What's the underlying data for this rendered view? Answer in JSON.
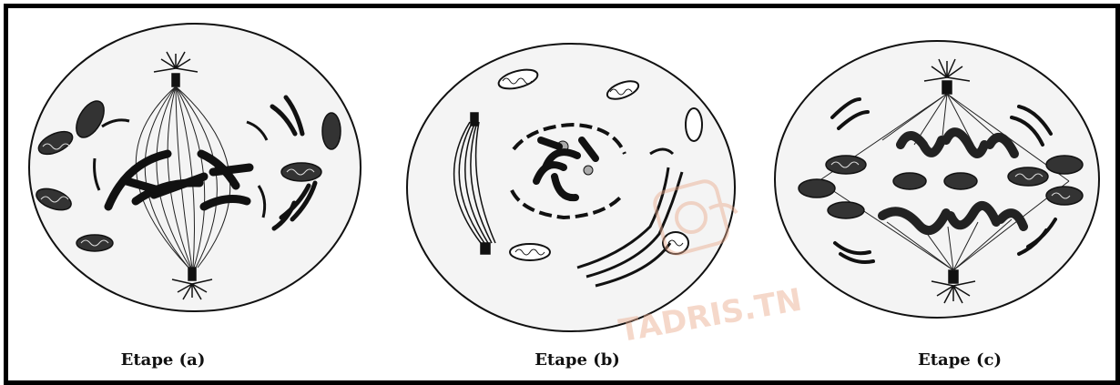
{
  "stages": [
    {
      "id": "a",
      "label": "Etape (a)"
    },
    {
      "id": "b",
      "label": "Etape (b)"
    },
    {
      "id": "c",
      "label": "Etape (c)"
    }
  ],
  "watermark": {
    "text": "TADRIS.TN",
    "color": "#e9a98c"
  },
  "colors": {
    "ink": "#111111",
    "cell_fill": "#f3f3f3",
    "frame": "#000000"
  }
}
